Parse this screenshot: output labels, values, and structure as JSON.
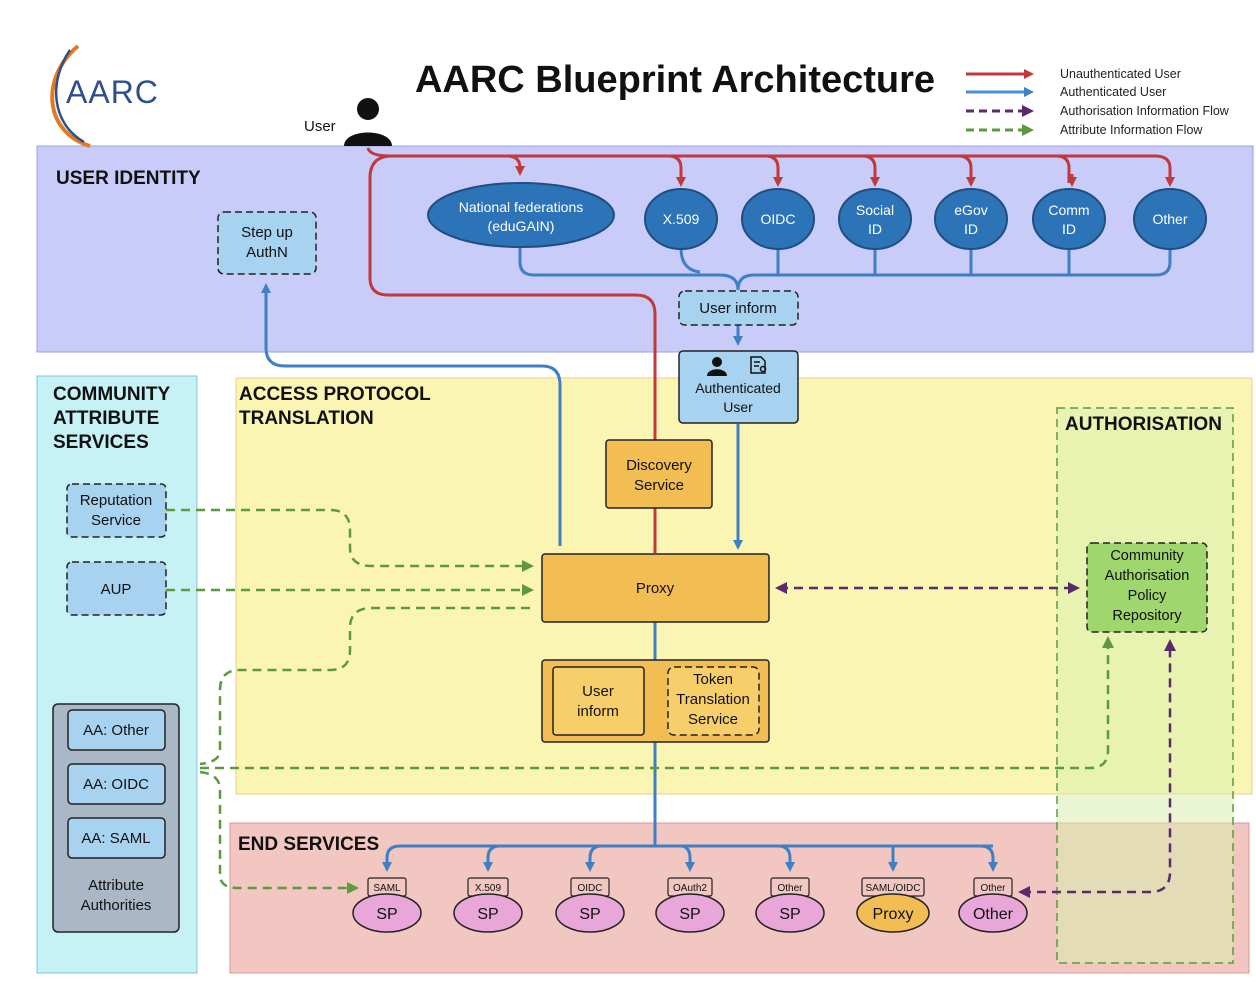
{
  "header": {
    "logo_text": "AARC",
    "title": "AARC Blueprint Architecture"
  },
  "legend": {
    "items": [
      {
        "label": "Unauthenticated User",
        "color": "#c0393b",
        "style": "solid"
      },
      {
        "label": "Authenticated User",
        "color": "#4a8fd4",
        "style": "solid"
      },
      {
        "label": "Authorisation Information Flow",
        "color": "#5b2a6e",
        "style": "dashed"
      },
      {
        "label": "Attribute Information Flow",
        "color": "#5d9a3f",
        "style": "dashed"
      }
    ]
  },
  "user_label": "User",
  "regions": {
    "user_identity": "USER IDENTITY",
    "community_line1": "COMMUNITY",
    "community_line2": "ATTRIBUTE",
    "community_line3": "SERVICES",
    "access_line1": "ACCESS PROTOCOL",
    "access_line2": "TRANSLATION",
    "authorisation": "AUTHORISATION",
    "end_services": "END SERVICES"
  },
  "identity_providers": {
    "national_line1": "National federations",
    "national_line2": "(eduGAIN)",
    "x509": "X.509",
    "oidc": "OIDC",
    "social_line1": "Social",
    "social_line2": "ID",
    "egov_line1": "eGov",
    "egov_line2": "ID",
    "comm_line1": "Comm",
    "comm_line2": "ID",
    "other": "Other"
  },
  "boxes": {
    "stepup_line1": "Step up",
    "stepup_line2": "AuthN",
    "user_inform_top": "User inform",
    "auth_user_line1": "Authenticated",
    "auth_user_line2": "User",
    "discovery_line1": "Discovery",
    "discovery_line2": "Service",
    "proxy": "Proxy",
    "user_inform_line1": "User",
    "user_inform_line2": "inform",
    "token_line1": "Token",
    "token_line2": "Translation",
    "token_line3": "Service",
    "community_line1": "Community",
    "community_line2": "Authorisation",
    "community_line3": "Policy",
    "community_line4": "Repository",
    "reputation_line1": "Reputation",
    "reputation_line2": "Service",
    "aup": "AUP",
    "aa_other": "AA: Other",
    "aa_oidc": "AA: OIDC",
    "aa_saml": "AA: SAML",
    "attr_auth_line1": "Attribute",
    "attr_auth_line2": "Authorities"
  },
  "end_services": [
    {
      "tag": "SAML",
      "label": "SP"
    },
    {
      "tag": "X.509",
      "label": "SP"
    },
    {
      "tag": "OIDC",
      "label": "SP"
    },
    {
      "tag": "OAuth2",
      "label": "SP"
    },
    {
      "tag": "Other",
      "label": "SP"
    },
    {
      "tag": "SAML/OIDC",
      "label": "Proxy"
    },
    {
      "tag": "Other",
      "label": "Other"
    }
  ]
}
